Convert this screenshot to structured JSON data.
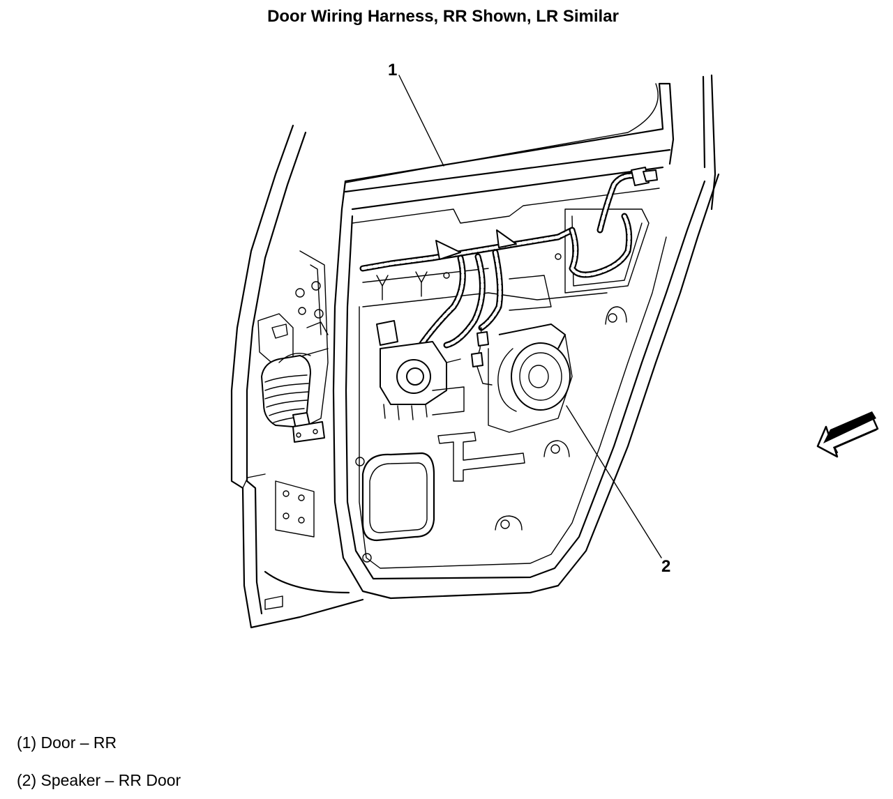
{
  "title": "Door Wiring Harness, RR Shown, LR Similar",
  "callouts": [
    {
      "number": "1"
    },
    {
      "number": "2"
    }
  ],
  "legend": [
    {
      "text": "(1) Door – RR"
    },
    {
      "text": "(2) Speaker – RR Door"
    }
  ],
  "icons": [
    "view-direction-arrow-icon"
  ]
}
